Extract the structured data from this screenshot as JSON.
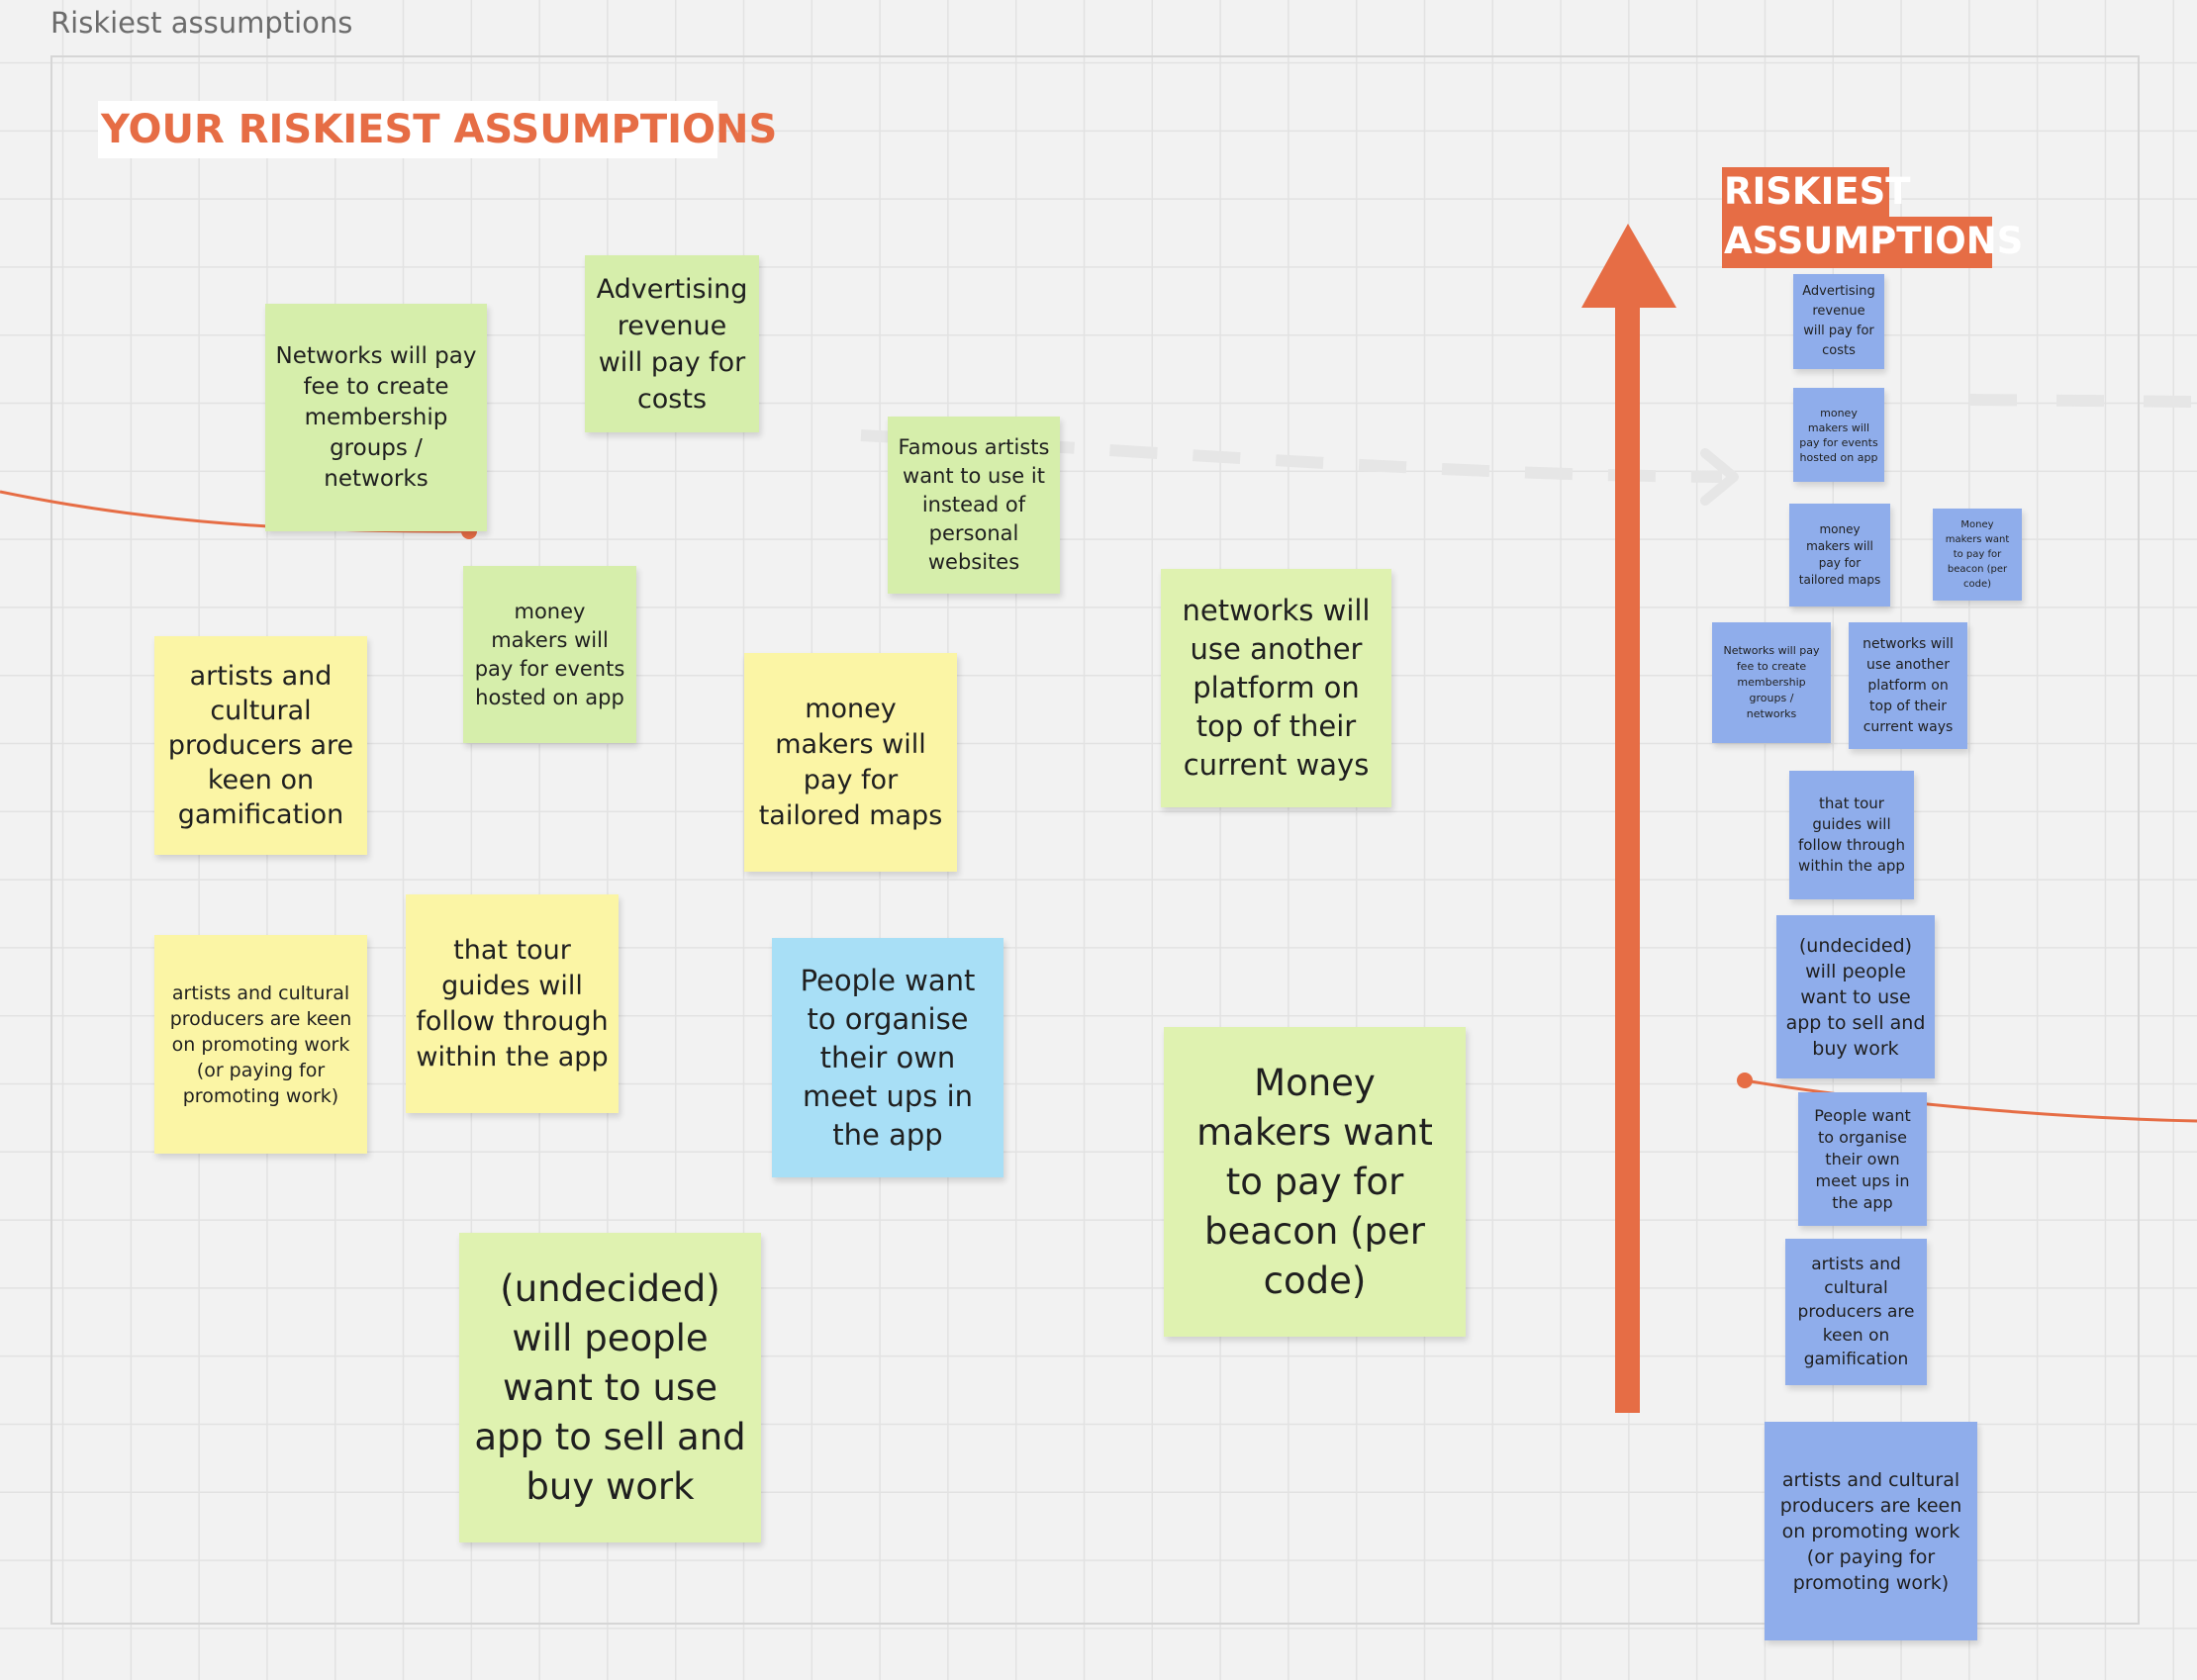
{
  "frame": {
    "title": "Riskiest assumptions"
  },
  "heading": "YOUR RISKIEST ASSUMPTIONS",
  "right_heading": {
    "line1": "RISKIEST",
    "line2": "ASSUMPTIONS"
  },
  "colors": {
    "accent": "#e66d45",
    "sticky_green": "#d6eeab",
    "sticky_yellow": "#fbf5a5",
    "sticky_blue": "#a8dff6",
    "sticky_periwinkle": "#8fadeb",
    "board_background": "#f2f2f2"
  },
  "canvas_notes": [
    {
      "text": "Networks will pay\nfee to create\nmembership\ngroups /\nnetworks",
      "color": "green"
    },
    {
      "text": "Advertising\nrevenue\nwill pay for\ncosts",
      "color": "green"
    },
    {
      "text": "Famous artists\nwant to use it\ninstead of\npersonal\nwebsites",
      "color": "green"
    },
    {
      "text": "money\nmakers will\npay for events\nhosted on app",
      "color": "green"
    },
    {
      "text": "networks will\nuse another\nplatform on\ntop of their\ncurrent ways",
      "color": "green"
    },
    {
      "text": "artists and\ncultural\nproducers are\nkeen on\ngamification",
      "color": "yellow"
    },
    {
      "text": "money\nmakers will\npay for\ntailored maps",
      "color": "yellow"
    },
    {
      "text": "artists and cultural\nproducers are keen\non promoting work\n(or paying for\npromoting work)",
      "color": "yellow"
    },
    {
      "text": "that tour\nguides will\nfollow through\nwithin the app",
      "color": "yellow"
    },
    {
      "text": "People want\nto organise\ntheir own\nmeet ups in\nthe app",
      "color": "blue"
    },
    {
      "text": "Money\nmakers want\nto pay for\nbeacon (per\ncode)",
      "color": "green"
    },
    {
      "text": "(undecided)\nwill people\nwant to use\napp to sell and\nbuy work",
      "color": "green"
    }
  ],
  "ranked_notes": [
    {
      "text": "Advertising\nrevenue\nwill pay for\ncosts"
    },
    {
      "text": "money\nmakers will\npay for events\nhosted on app"
    },
    {
      "text": "money\nmakers will\npay for\ntailored maps"
    },
    {
      "text": "Money\nmakers want\nto pay for\nbeacon (per\ncode)"
    },
    {
      "text": "Networks will pay\nfee to create\nmembership\ngroups /\nnetworks"
    },
    {
      "text": "networks will\nuse another\nplatform on\ntop of their\ncurrent ways"
    },
    {
      "text": "that tour\nguides will\nfollow through\nwithin the app"
    },
    {
      "text": "(undecided)\nwill people\nwant to use\napp to sell and\nbuy work"
    },
    {
      "text": "People want\nto organise\ntheir own\nmeet ups in\nthe app"
    },
    {
      "text": "artists and\ncultural\nproducers are\nkeen on\ngamification"
    },
    {
      "text": "artists and cultural\nproducers are keen\non promoting work\n(or paying for\npromoting work)"
    }
  ]
}
